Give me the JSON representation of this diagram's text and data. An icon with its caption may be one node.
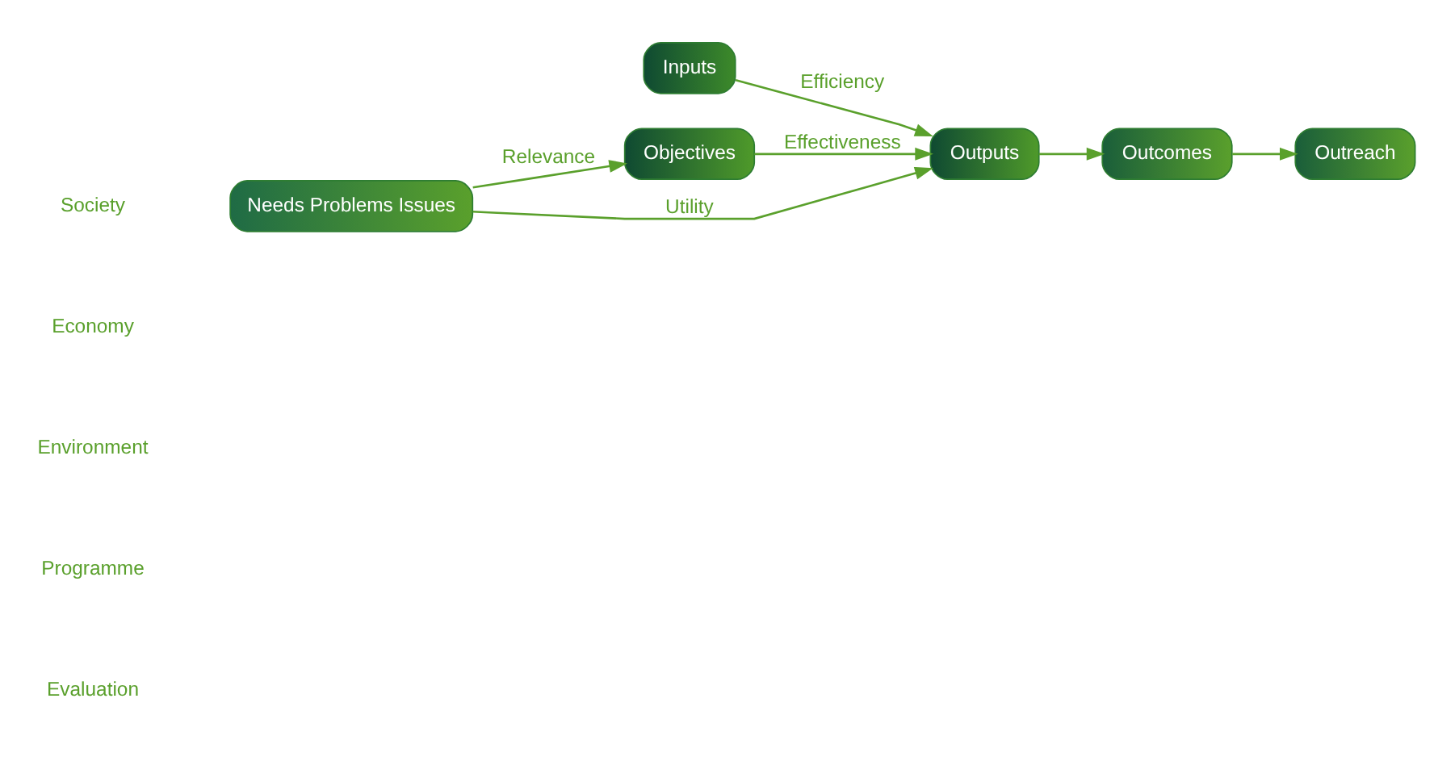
{
  "diagram": {
    "nodes": [
      {
        "text": [
          "Needs Problems Issues"
        ]
      },
      {
        "text": [
          "Objectives"
        ]
      },
      {
        "text": [
          "Inputs"
        ]
      },
      {
        "text": [
          "Outputs"
        ]
      },
      {
        "text": [
          "Outcomes"
        ]
      },
      {
        "text": [
          "Outreach"
        ]
      }
    ],
    "edges": [
      {
        "from": 0,
        "to": 1,
        "arrow": "to",
        "label": "Relevance"
      },
      {
        "from": 1,
        "to": 3,
        "arrow": "to",
        "label": "Effectiveness"
      },
      {
        "from": 2,
        "to": 3,
        "arrow": "to",
        "label": "Efficiency"
      },
      {
        "from": 0,
        "to": 3,
        "arrow": "to",
        "label": "Utility"
      },
      {
        "from": 3,
        "to": 4,
        "arrow": "to"
      },
      {
        "from": 4,
        "to": 5,
        "arrow": "to"
      }
    ],
    "labels": [
      "Society",
      "Economy",
      "Environment",
      "Programme",
      "Evaluation"
    ]
  }
}
